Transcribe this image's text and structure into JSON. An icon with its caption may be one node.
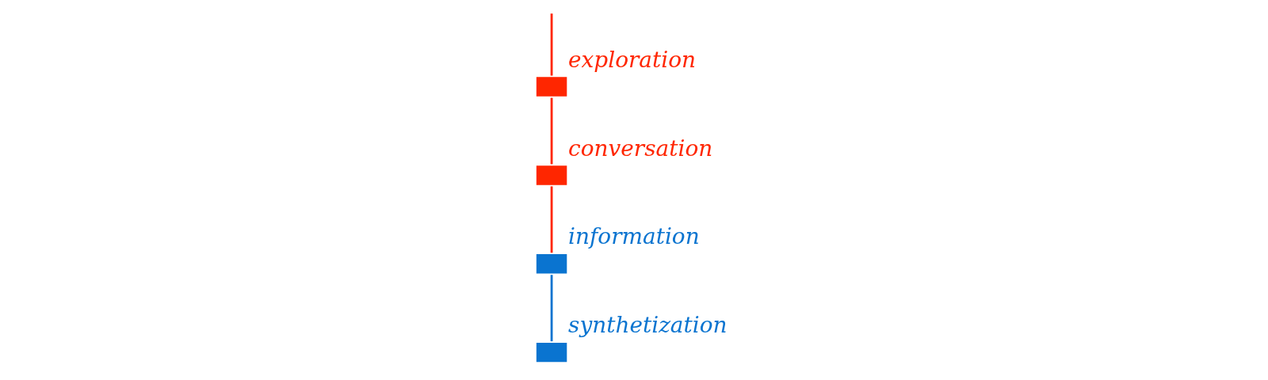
{
  "diagram": {
    "nodes": [
      {
        "text": [
          "exploration"
        ]
      },
      {
        "text": [
          "conversation"
        ]
      },
      {
        "text": [
          "information"
        ]
      },
      {
        "text": [
          "synthetization"
        ]
      }
    ],
    "edges": [
      {
        "from": null,
        "to": 0,
        "arrow": "none"
      },
      {
        "from": 0,
        "to": 1,
        "arrow": "none"
      },
      {
        "from": 1,
        "to": 2,
        "arrow": "none"
      },
      {
        "from": 2,
        "to": 3,
        "arrow": "none",
        "color": "#0a74d0"
      }
    ]
  }
}
